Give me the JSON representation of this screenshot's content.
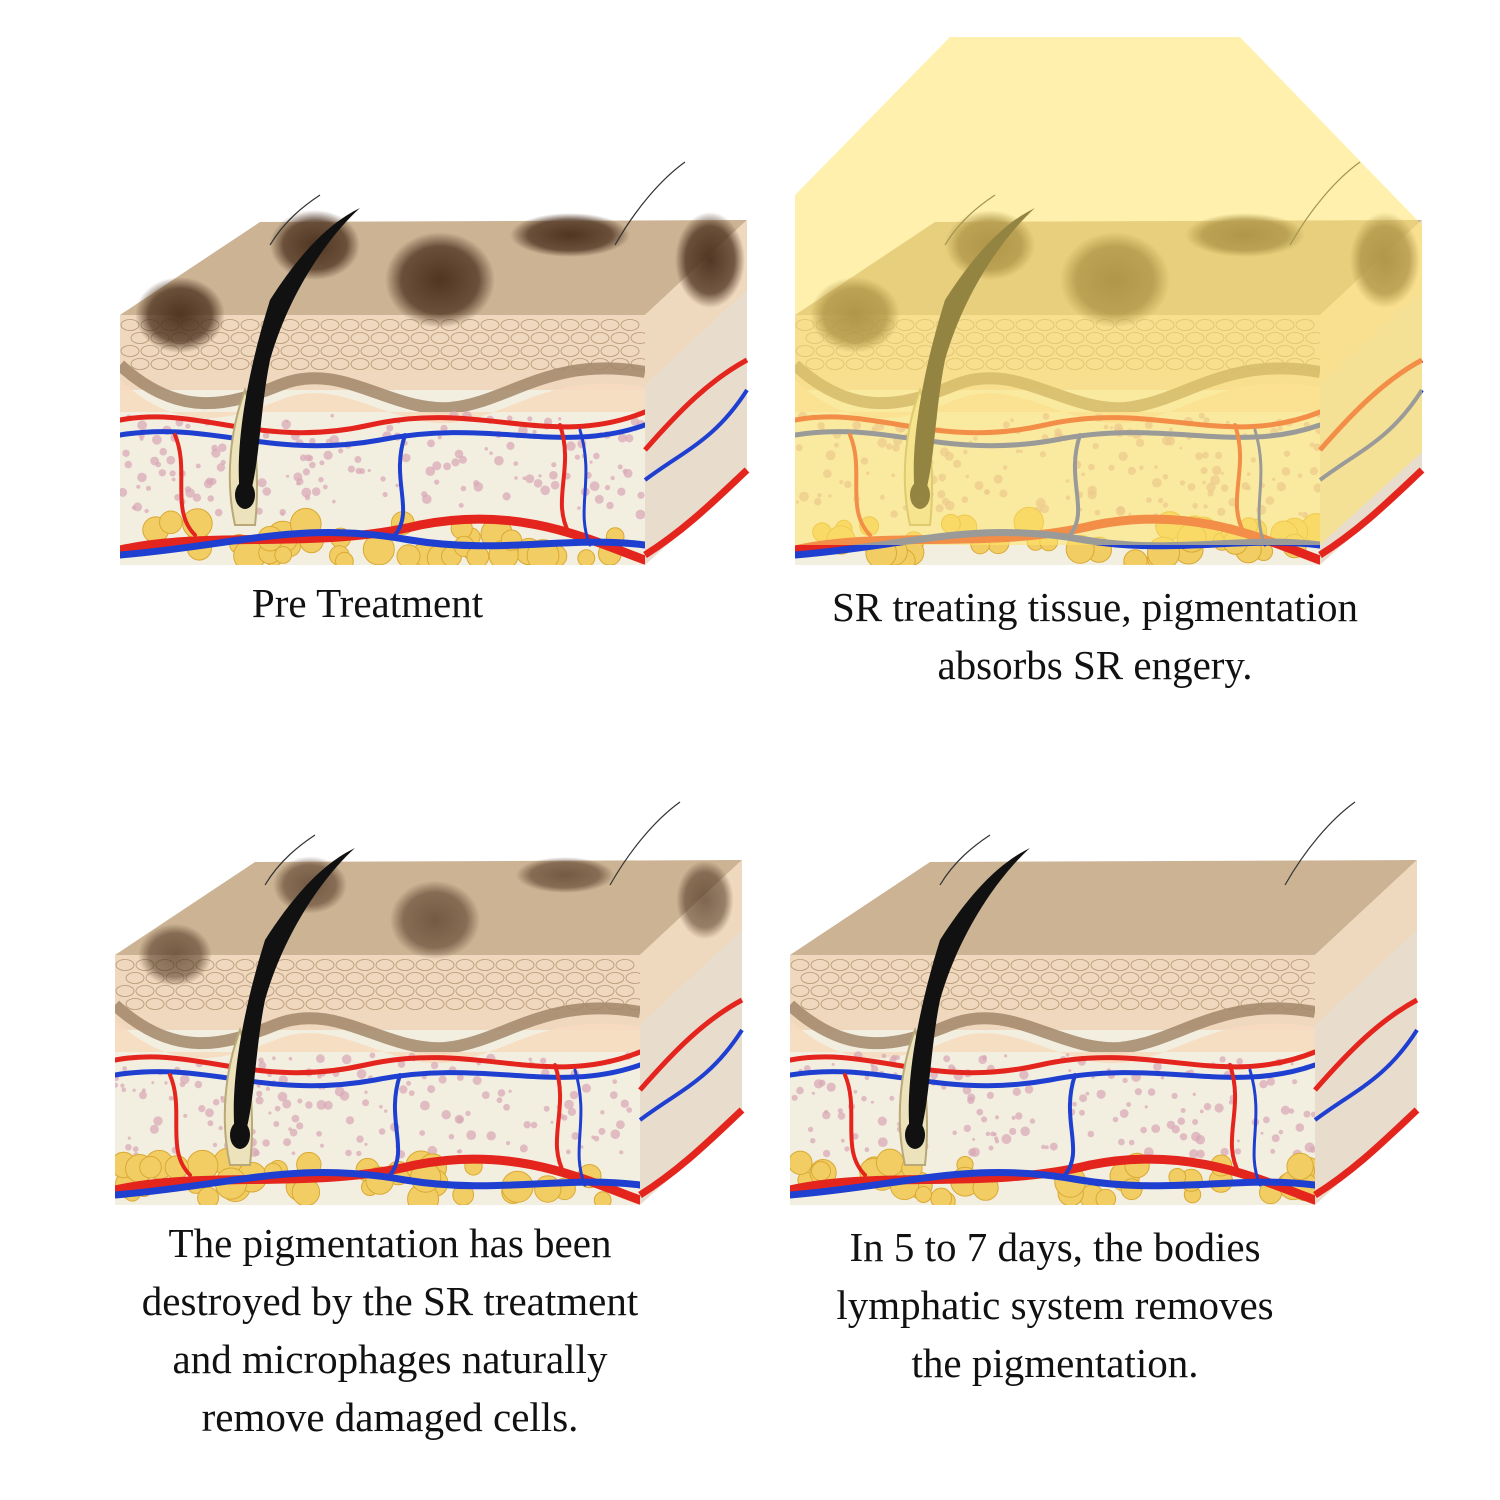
{
  "colors": {
    "surface_top": "#cbb394",
    "epidermis": "#efd8bd",
    "cell_line": "#9c7c58",
    "basal_wave": "#a2876a",
    "papillary": "#f6dcc0",
    "dermis": "#f3efe0",
    "dermis_speckle": "#d7a6b5",
    "fat": "#f2cd63",
    "fat_edge": "#d9a934",
    "artery": "#e3251e",
    "vein": "#1f3fd1",
    "hair": "#111111",
    "hair_sheath": "#ece3bd",
    "pigment": "#4a2f1c",
    "light_beam": "#ffe66a"
  },
  "panels": [
    {
      "id": "pre-treatment",
      "pigment_level": 1.0,
      "light_beam": false,
      "caption": [
        "Pre Treatment"
      ]
    },
    {
      "id": "sr-treating",
      "pigment_level": 1.0,
      "light_beam": true,
      "caption": [
        "SR treating tissue, pigmentation",
        "absorbs SR engery."
      ]
    },
    {
      "id": "pigment-destroyed",
      "pigment_level": 0.55,
      "light_beam": false,
      "caption": [
        "The pigmentation has been",
        "destroyed by the SR treatment",
        "and microphages naturally",
        "remove damaged cells."
      ]
    },
    {
      "id": "pigment-removed",
      "pigment_level": 0.0,
      "light_beam": false,
      "caption": [
        "In 5 to 7 days, the bodies",
        "lymphatic system removes",
        "the pigmentation."
      ]
    }
  ]
}
